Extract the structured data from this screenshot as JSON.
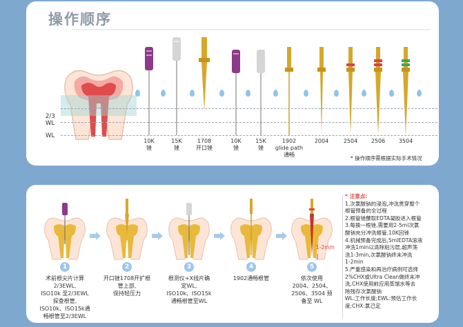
{
  "title": "操作顺序",
  "levels": {
    "l23": "2/3",
    "wl1": "WL",
    "wl2": "WL"
  },
  "files": [
    {
      "line1": "10K",
      "line2": "锉",
      "color": "#8e3a8a"
    },
    {
      "line1": "15K",
      "line2": "锉",
      "color": "#cfcfcf"
    },
    {
      "line1": "1708",
      "line2": "开口锉",
      "color": "#d7a72a"
    },
    {
      "line1": "10K",
      "line2": "锉",
      "color": "#8e3a8a"
    },
    {
      "line1": "15K",
      "line2": "锉",
      "color": "#cfcfcf"
    },
    {
      "line1": "1902",
      "line2": "glide path",
      "line3": "通畅",
      "color": "#d7a72a"
    },
    {
      "line1": "2004",
      "line2": "",
      "color": "#d7a72a"
    },
    {
      "line1": "2504",
      "line2": "",
      "color": "#d7a72a"
    },
    {
      "line1": "2506",
      "line2": "",
      "color": "#d7a72a"
    },
    {
      "line1": "3504",
      "line2": "",
      "color": "#d7a72a"
    }
  ],
  "top_note": "* 操作顺序需根据实际手术情况",
  "steps": [
    {
      "num": "1",
      "text": [
        "术前根尖片计算",
        "2/3EWL,",
        "ISO10k 至2/3EWL",
        "探查根管,",
        "ISO10k、ISO15k通",
        "畅根管至2/3EWL"
      ]
    },
    {
      "num": "2",
      "text": [
        "开口锉1708开扩根",
        "管上部,",
        "保持轻压力"
      ]
    },
    {
      "num": "3",
      "text": [
        "根测仪+X线片确",
        "定WL,",
        "ISO10k、ISO15k",
        "通畅根管至WL"
      ]
    },
    {
      "num": "4",
      "text": [
        "1902通畅根管"
      ]
    },
    {
      "num": "5",
      "text": [
        "依次使用",
        "2004、2504、",
        "2506、3504 预",
        "备至 WL"
      ]
    }
  ],
  "measure": "1-2mm",
  "notes_heading": "* 注意点:",
  "notes": [
    "1.次氯酸钠的浸泡,冲洗贯穿整个",
    "根管预备的全过程",
    "2.根管锉蘸取EDTA凝胶进入根管",
    "3.每换一根锉,需要用2-5ml次氯",
    "酸钠充分冲洗根管,10K回锉",
    "4.机械预备完成后,5mlEDTA溶液",
    "冲洗1min以清除粘污层,超声荡",
    "洗1-3min,次氯酸钠终末冲洗",
    "1-2min",
    "5.严重感染和再治疗病例可选择",
    "2%CHX或Ultra Clean做终末冲",
    "洗,CHX使用前应用蒸馏水等去",
    "除残存次氯酸钠",
    "WL:工作长度;EWL:预估工作长",
    "度;CHX:氯己定"
  ]
}
